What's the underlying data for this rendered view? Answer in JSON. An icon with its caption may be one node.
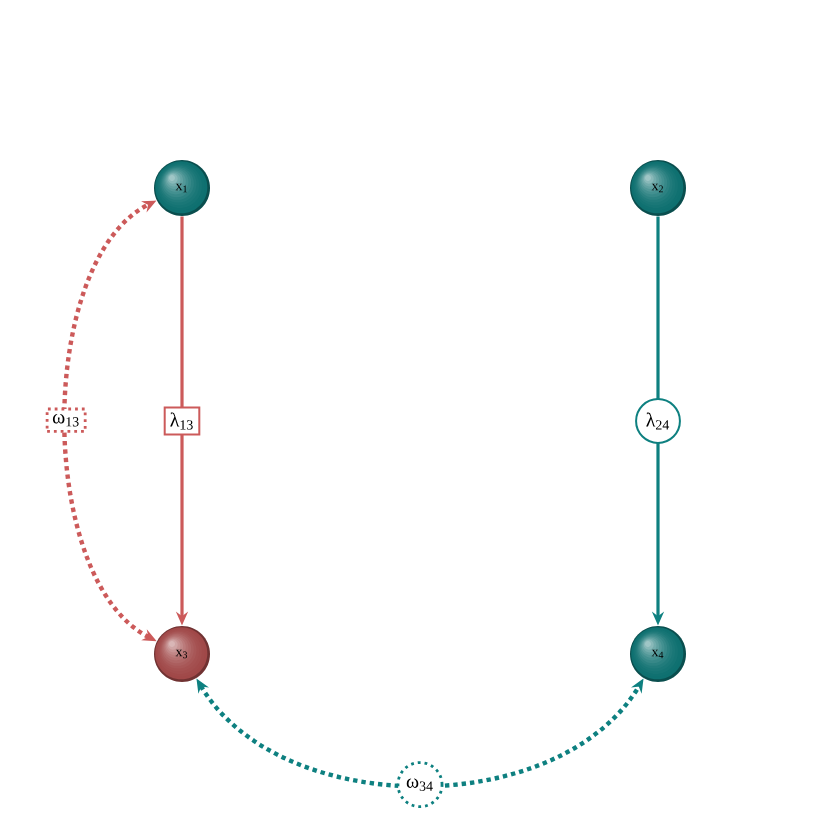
{
  "diagram": {
    "nodes": [
      {
        "text": [
          "x$_{1}$"
        ]
      },
      {
        "text": [
          "x$_{2}$"
        ]
      },
      {
        "text": [
          "x$_{3}$"
        ]
      },
      {
        "text": [
          "x$_{4}$"
        ]
      }
    ],
    "edges": [
      {
        "from": 0,
        "to": 2,
        "arrow": "to",
        "label": "λ$_{13}$",
        "color": "#cc5a5a"
      },
      {
        "from": 1,
        "to": 3,
        "arrow": "to",
        "label": "λ$_{24}$",
        "color": "#0e8080"
      },
      {
        "from": 2,
        "to": 0,
        "arrow": "both",
        "label": "ω$_{13}$",
        "style": "dashed",
        "color": "#cc5a5a"
      },
      {
        "from": 2,
        "to": 3,
        "arrow": "both",
        "label": "ω$_{34}$",
        "style": "dashed",
        "color": "#0e8080"
      }
    ]
  }
}
